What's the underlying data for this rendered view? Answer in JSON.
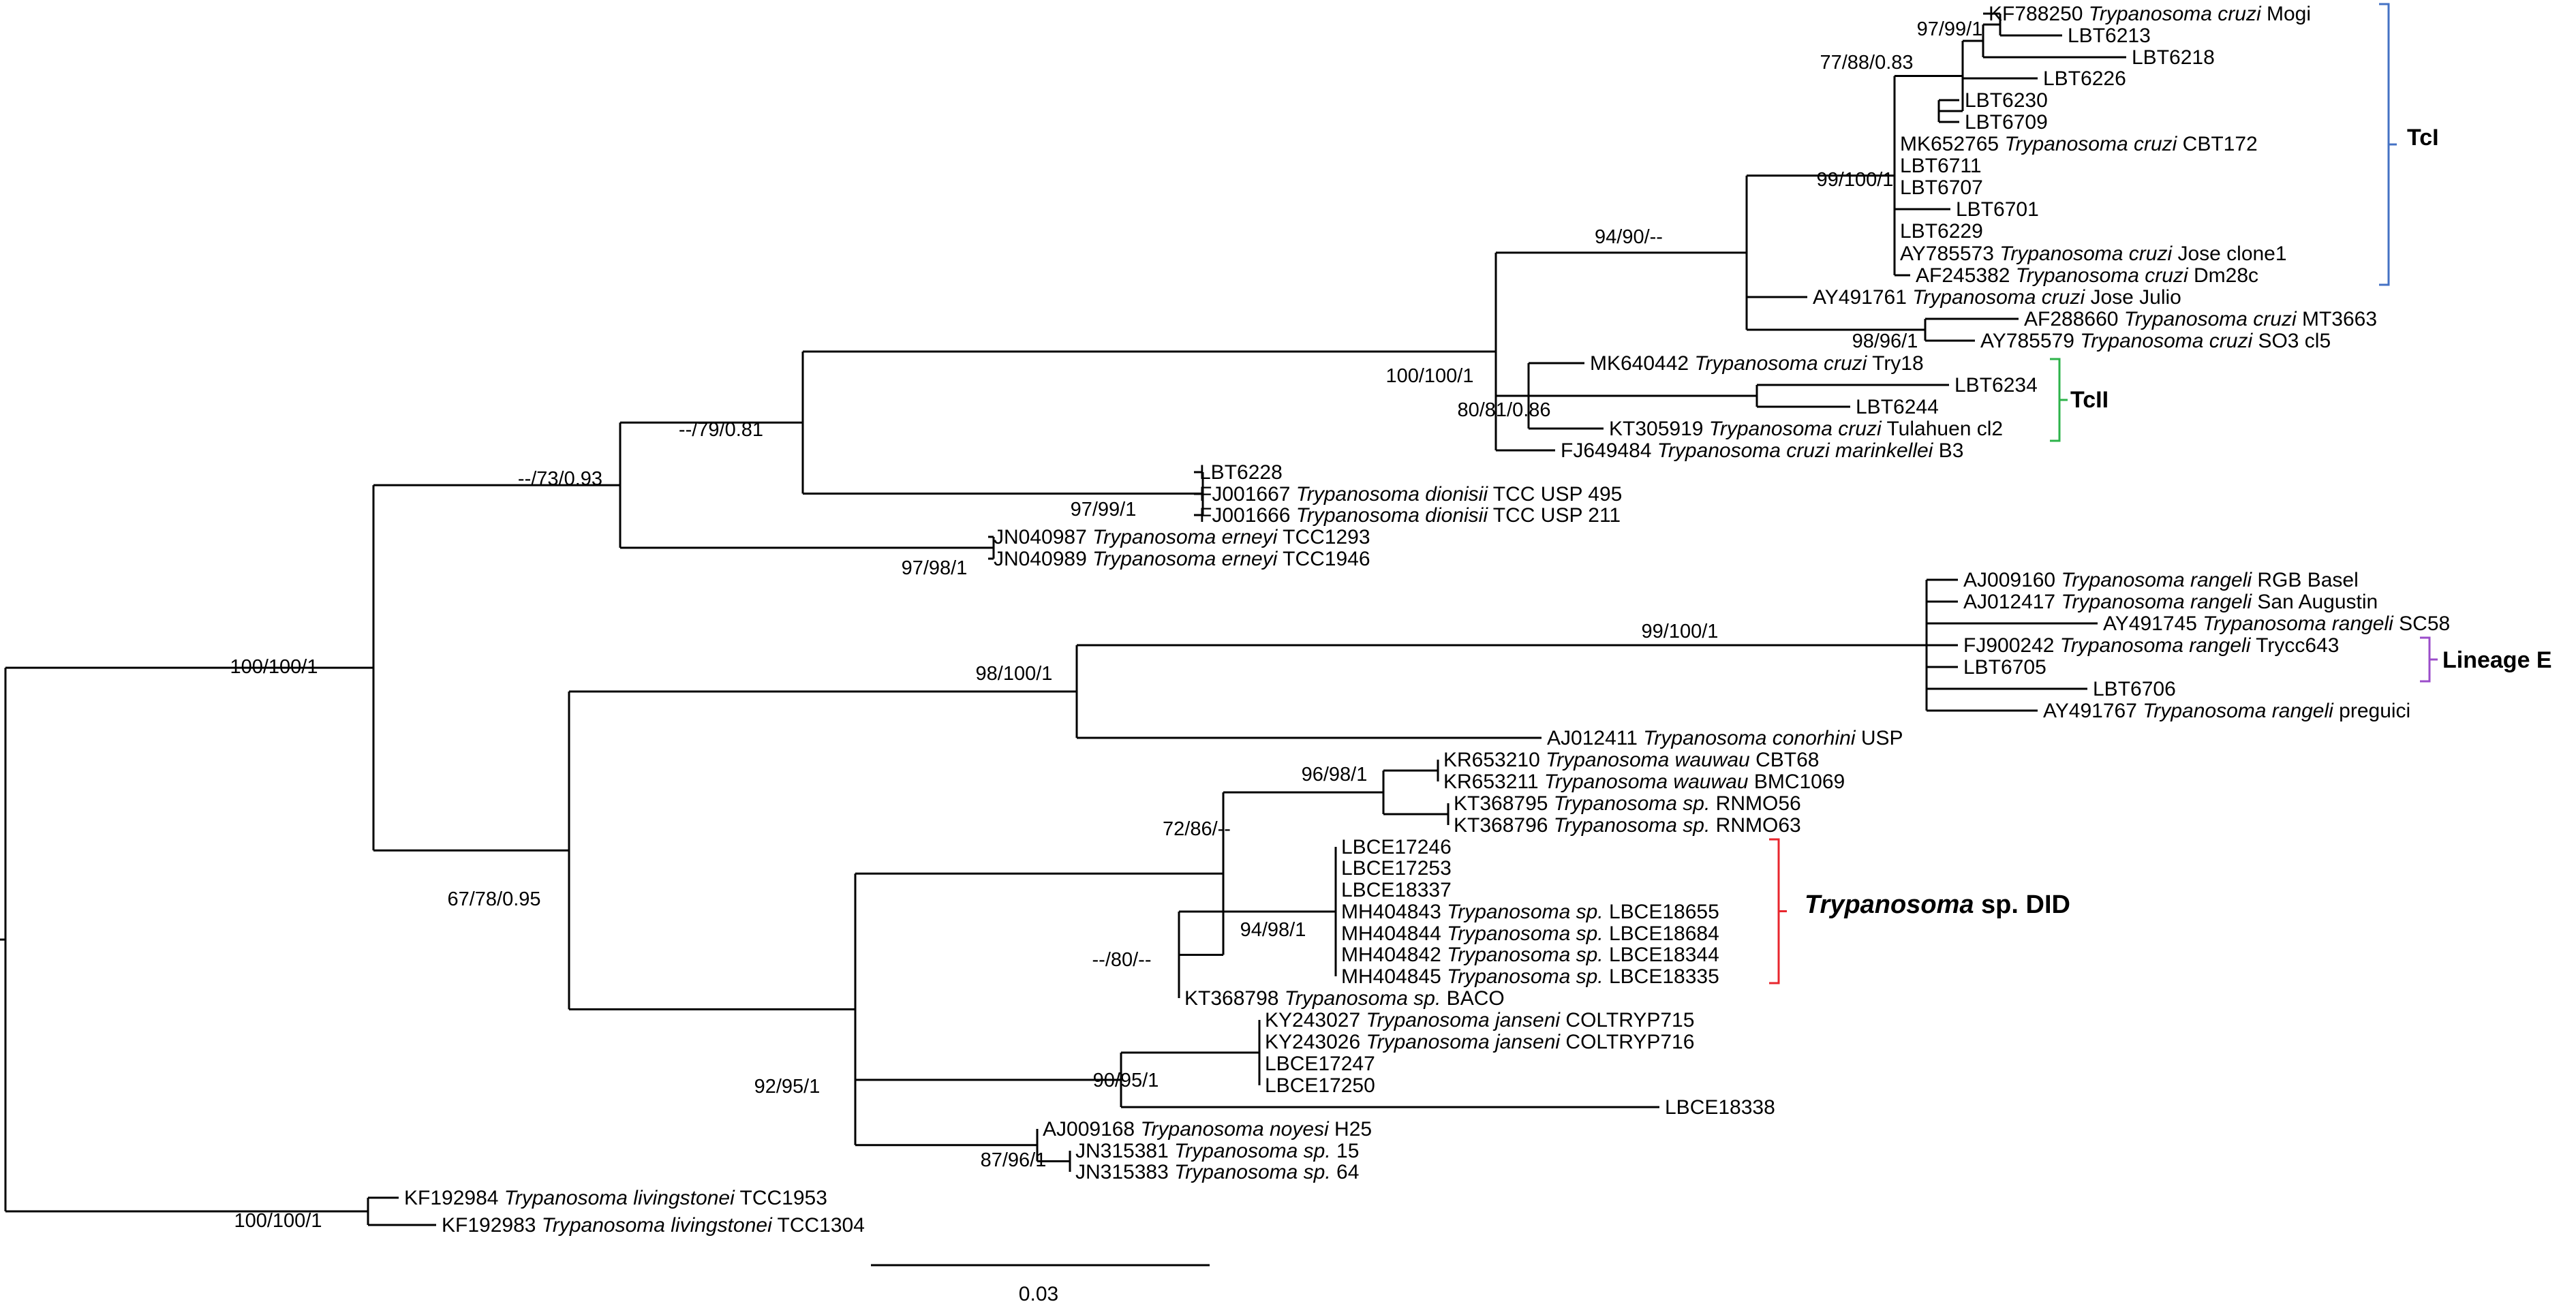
{
  "taxa": [
    {
      "acc": "KF788250",
      "genus": "Trypanosoma",
      "species": "cruzi",
      "strain": "Mogi"
    },
    {
      "acc": "LBT6213"
    },
    {
      "acc": "LBT6218"
    },
    {
      "acc": "LBT6226"
    },
    {
      "acc": "LBT6230"
    },
    {
      "acc": "LBT6709"
    },
    {
      "acc": "MK652765",
      "genus": "Trypanosoma",
      "species": "cruzi",
      "strain": "CBT172"
    },
    {
      "acc": "LBT6711"
    },
    {
      "acc": "LBT6707"
    },
    {
      "acc": "LBT6701"
    },
    {
      "acc": "LBT6229"
    },
    {
      "acc": "AY785573",
      "genus": "Trypanosoma",
      "species": "cruzi",
      "strain": "Jose clone1"
    },
    {
      "acc": "AF245382",
      "genus": "Trypanosoma",
      "species": "cruzi",
      "strain": "Dm28c"
    },
    {
      "acc": "AY491761",
      "genus": "Trypanosoma",
      "species": "cruzi",
      "strain": "Jose Julio"
    },
    {
      "acc": "AF288660",
      "genus": "Trypanosoma",
      "species": "cruzi",
      "strain": "MT3663"
    },
    {
      "acc": "AY785579",
      "genus": "Trypanosoma",
      "species": "cruzi",
      "strain": "SO3 cl5"
    },
    {
      "acc": "MK640442",
      "genus": "Trypanosoma",
      "species": "cruzi",
      "strain": "Try18"
    },
    {
      "acc": "LBT6234"
    },
    {
      "acc": "LBT6244"
    },
    {
      "acc": "KT305919",
      "genus": "Trypanosoma",
      "species": "cruzi",
      "strain": "Tulahuen cl2"
    },
    {
      "acc": "FJ649484",
      "genus": "Trypanosoma",
      "species": "cruzi marinkellei",
      "strain": "B3"
    },
    {
      "acc": "LBT6228"
    },
    {
      "acc": "FJ001667",
      "genus": "Trypanosoma",
      "species": "dionisii",
      "strain": "TCC USP 495"
    },
    {
      "acc": "FJ001666",
      "genus": "Trypanosoma",
      "species": "dionisii",
      "strain": "TCC USP 211"
    },
    {
      "acc": "JN040987",
      "genus": "Trypanosoma",
      "species": "erneyi",
      "strain": "TCC1293"
    },
    {
      "acc": "JN040989",
      "genus": "Trypanosoma",
      "species": "erneyi",
      "strain": "TCC1946"
    },
    {
      "acc": "AJ009160",
      "genus": "Trypanosoma",
      "species": "rangeli",
      "strain": "RGB Basel"
    },
    {
      "acc": "AJ012417",
      "genus": "Trypanosoma",
      "species": "rangeli",
      "strain": "San Augustin"
    },
    {
      "acc": "AY491745",
      "genus": "Trypanosoma",
      "species": "rangeli",
      "strain": "SC58"
    },
    {
      "acc": "FJ900242",
      "genus": "Trypanosoma",
      "species": "rangeli",
      "strain": "Trycc643"
    },
    {
      "acc": "LBT6705"
    },
    {
      "acc": "LBT6706"
    },
    {
      "acc": "AY491767",
      "genus": "Trypanosoma",
      "species": "rangeli",
      "strain": "preguici"
    },
    {
      "acc": "AJ012411",
      "genus": "Trypanosoma",
      "species": "conorhini",
      "strain": "USP"
    },
    {
      "acc": "KR653210",
      "genus": "Trypanosoma",
      "species": "wauwau",
      "strain": "CBT68"
    },
    {
      "acc": "KR653211",
      "genus": "Trypanosoma",
      "species": "wauwau",
      "strain": "BMC1069"
    },
    {
      "acc": "KT368795",
      "genus": "Trypanosoma",
      "species": "sp.",
      "strain": "RNMO56"
    },
    {
      "acc": "KT368796",
      "genus": "Trypanosoma",
      "species": "sp.",
      "strain": "RNMO63"
    },
    {
      "acc": "LBCE17246"
    },
    {
      "acc": "LBCE17253"
    },
    {
      "acc": "LBCE18337"
    },
    {
      "acc": "MH404843",
      "genus": "Trypanosoma",
      "species": "sp.",
      "strain": "LBCE18655"
    },
    {
      "acc": "MH404844",
      "genus": "Trypanosoma",
      "species": "sp.",
      "strain": "LBCE18684"
    },
    {
      "acc": "MH404842",
      "genus": "Trypanosoma",
      "species": "sp.",
      "strain": "LBCE18344"
    },
    {
      "acc": "MH404845",
      "genus": "Trypanosoma",
      "species": "sp.",
      "strain": "LBCE18335"
    },
    {
      "acc": "KT368798",
      "genus": "Trypanosoma",
      "species": "sp.",
      "strain": "BACO"
    },
    {
      "acc": "KY243027",
      "genus": "Trypanosoma",
      "species": "janseni",
      "strain": "COLTRYP715"
    },
    {
      "acc": "KY243026",
      "genus": "Trypanosoma",
      "species": "janseni",
      "strain": "COLTRYP716"
    },
    {
      "acc": "LBCE17247"
    },
    {
      "acc": "LBCE17250"
    },
    {
      "acc": "LBCE18338"
    },
    {
      "acc": "AJ009168",
      "genus": "Trypanosoma",
      "species": "noyesi",
      "strain": "H25"
    },
    {
      "acc": "JN315381",
      "genus": "Trypanosoma",
      "species": "sp.",
      "strain": "15"
    },
    {
      "acc": "JN315383",
      "genus": "Trypanosoma",
      "species": "sp.",
      "strain": "64"
    },
    {
      "acc": "KF192984",
      "genus": "Trypanosoma",
      "species": "livingstonei",
      "strain": "TCC1953"
    },
    {
      "acc": "KF192983",
      "genus": "Trypanosoma",
      "species": "livingstonei",
      "strain": "TCC1304"
    }
  ],
  "support_values": [
    "97/99/1",
    "77/88/0.83",
    "99/100/1",
    "94/90/--",
    "98/96/1",
    "100/100/1",
    "80/81/0.86",
    "--/79/0.81",
    "97/99/1",
    "--/73/0.93",
    "97/98/1",
    "100/100/1",
    "99/100/1",
    "98/100/1",
    "96/98/1",
    "72/86/--",
    "94/98/1",
    "--/80/--",
    "97/99/1",
    "90/95/1",
    "92/95/1",
    "87/96/1",
    "67/78/0.95",
    "100/100/1"
  ],
  "clades": [
    {
      "label": "TcI",
      "color": "#4472c4"
    },
    {
      "label": "TcII",
      "color": "#2db34a"
    },
    {
      "label": "Lineage E",
      "color": "#9b4dca"
    },
    {
      "genus": "Trypanosoma",
      "rest": "sp. DID",
      "color": "#e8262d"
    }
  ],
  "scale_bar": {
    "label": "0.03"
  },
  "colors": {
    "branch": "#000000",
    "text": "#000000",
    "background": "#ffffff"
  }
}
